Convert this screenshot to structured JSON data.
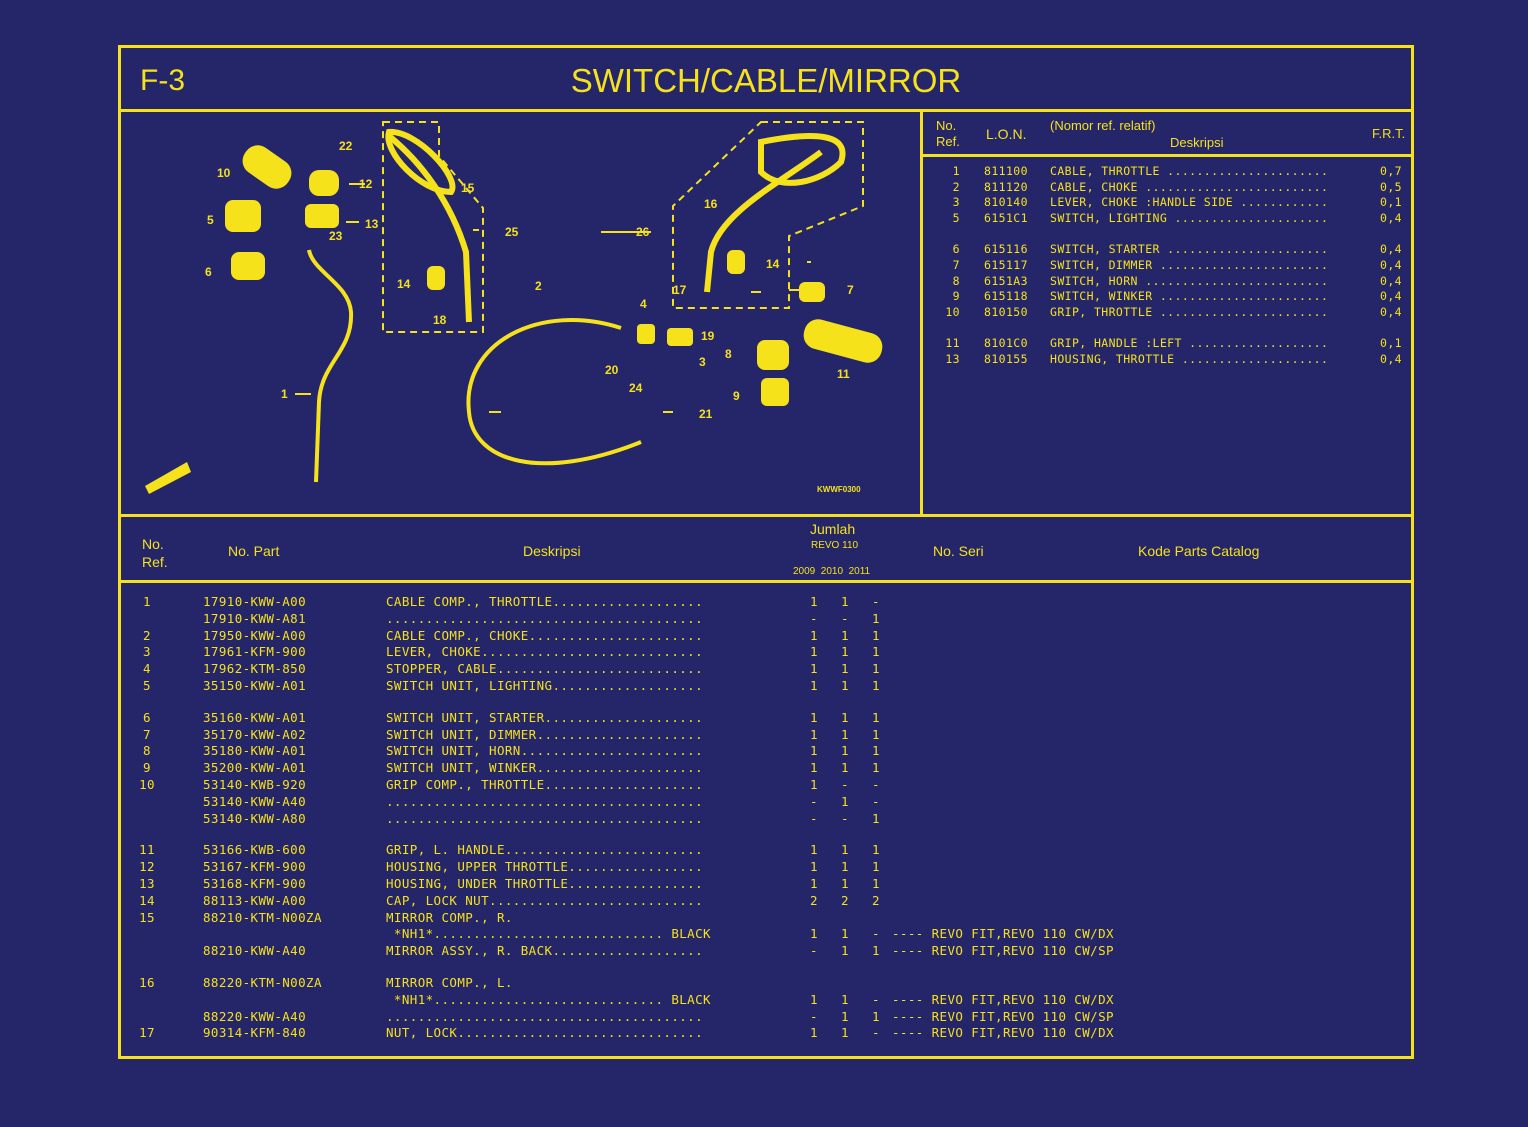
{
  "page": {
    "code": "F-3",
    "title": "SWITCH/CABLE/MIRROR"
  },
  "diagram": {
    "drawing_code": "KWWF0300",
    "callouts": [
      "1",
      "2",
      "3",
      "4",
      "5",
      "6",
      "7",
      "8",
      "9",
      "10",
      "11",
      "12",
      "13",
      "14",
      "14",
      "15",
      "16",
      "17",
      "18",
      "19",
      "20",
      "21",
      "22",
      "23",
      "24",
      "25",
      "26"
    ]
  },
  "lon_table": {
    "headers": {
      "no_ref": "No. Ref.",
      "lon": "L.O.N.",
      "relative": "(Nomor ref. relatif)",
      "desc": "Deskripsi",
      "frt": "F.R.T."
    },
    "rows": [
      {
        "ref": "1",
        "lon": "811100",
        "desc": "CABLE, THROTTLE ......................",
        "frt": "0,7"
      },
      {
        "ref": "2",
        "lon": "811120",
        "desc": "CABLE, CHOKE .........................",
        "frt": "0,5"
      },
      {
        "ref": "3",
        "lon": "810140",
        "desc": "LEVER, CHOKE :HANDLE SIDE ............",
        "frt": "0,1"
      },
      {
        "ref": "5",
        "lon": "6151C1",
        "desc": "SWITCH, LIGHTING .....................",
        "frt": "0,4"
      },
      {
        "ref": "6",
        "lon": "615116",
        "desc": "SWITCH, STARTER ......................",
        "frt": "0,4"
      },
      {
        "ref": "7",
        "lon": "615117",
        "desc": "SWITCH, DIMMER .......................",
        "frt": "0,4"
      },
      {
        "ref": "8",
        "lon": "6151A3",
        "desc": "SWITCH, HORN .........................",
        "frt": "0,4"
      },
      {
        "ref": "9",
        "lon": "615118",
        "desc": "SWITCH, WINKER .......................",
        "frt": "0,4"
      },
      {
        "ref": "10",
        "lon": "810150",
        "desc": "GRIP, THROTTLE .......................",
        "frt": "0,4"
      },
      {
        "ref": "11",
        "lon": "8101C0",
        "desc": "GRIP, HANDLE :LEFT ...................",
        "frt": "0,1"
      },
      {
        "ref": "13",
        "lon": "810155",
        "desc": "HOUSING, THROTTLE ....................",
        "frt": "0,4"
      }
    ]
  },
  "parts_table": {
    "headers": {
      "no_ref": "No. Ref.",
      "no_part": "No. Part",
      "desc": "Deskripsi",
      "jumlah": "Jumlah",
      "model": "REVO 110",
      "years": "2009  2010  2011",
      "no_seri": "No. Seri",
      "kode": "Kode Parts Catalog"
    },
    "rows": [
      {
        "ref": "1",
        "part": "17910-KWW-A00",
        "desc": "CABLE COMP., THROTTLE...................",
        "q": [
          "1",
          "1",
          "-"
        ],
        "seri": ""
      },
      {
        "ref": "",
        "part": "17910-KWW-A81",
        "desc": "........................................",
        "q": [
          "-",
          "-",
          "1"
        ],
        "seri": ""
      },
      {
        "ref": "2",
        "part": "17950-KWW-A00",
        "desc": "CABLE COMP., CHOKE......................",
        "q": [
          "1",
          "1",
          "1"
        ],
        "seri": ""
      },
      {
        "ref": "3",
        "part": "17961-KFM-900",
        "desc": "LEVER, CHOKE............................",
        "q": [
          "1",
          "1",
          "1"
        ],
        "seri": ""
      },
      {
        "ref": "4",
        "part": "17962-KTM-850",
        "desc": "STOPPER, CABLE..........................",
        "q": [
          "1",
          "1",
          "1"
        ],
        "seri": ""
      },
      {
        "ref": "5",
        "part": "35150-KWW-A01",
        "desc": "SWITCH UNIT, LIGHTING...................",
        "q": [
          "1",
          "1",
          "1"
        ],
        "seri": ""
      },
      {
        "ref": "6",
        "part": "35160-KWW-A01",
        "desc": "SWITCH UNIT, STARTER....................",
        "q": [
          "1",
          "1",
          "1"
        ],
        "seri": ""
      },
      {
        "ref": "7",
        "part": "35170-KWW-A02",
        "desc": "SWITCH UNIT, DIMMER.....................",
        "q": [
          "1",
          "1",
          "1"
        ],
        "seri": ""
      },
      {
        "ref": "8",
        "part": "35180-KWW-A01",
        "desc": "SWITCH UNIT, HORN.......................",
        "q": [
          "1",
          "1",
          "1"
        ],
        "seri": ""
      },
      {
        "ref": "9",
        "part": "35200-KWW-A01",
        "desc": "SWITCH UNIT, WINKER.....................",
        "q": [
          "1",
          "1",
          "1"
        ],
        "seri": ""
      },
      {
        "ref": "10",
        "part": "53140-KWB-920",
        "desc": "GRIP COMP., THROTTLE....................",
        "q": [
          "1",
          "-",
          "-"
        ],
        "seri": ""
      },
      {
        "ref": "",
        "part": "53140-KWW-A40",
        "desc": "........................................",
        "q": [
          "-",
          "1",
          "-"
        ],
        "seri": ""
      },
      {
        "ref": "",
        "part": "53140-KWW-A80",
        "desc": "........................................",
        "q": [
          "-",
          "-",
          "1"
        ],
        "seri": ""
      },
      {
        "ref": "11",
        "part": "53166-KWB-600",
        "desc": "GRIP, L. HANDLE.........................",
        "q": [
          "1",
          "1",
          "1"
        ],
        "seri": ""
      },
      {
        "ref": "12",
        "part": "53167-KFM-900",
        "desc": "HOUSING, UPPER THROTTLE.................",
        "q": [
          "1",
          "1",
          "1"
        ],
        "seri": ""
      },
      {
        "ref": "13",
        "part": "53168-KFM-900",
        "desc": "HOUSING, UNDER THROTTLE.................",
        "q": [
          "1",
          "1",
          "1"
        ],
        "seri": ""
      },
      {
        "ref": "14",
        "part": "88113-KWW-A00",
        "desc": "CAP, LOCK NUT...........................",
        "q": [
          "2",
          "2",
          "2"
        ],
        "seri": ""
      },
      {
        "ref": "15",
        "part": "88210-KTM-N00ZA",
        "desc": "MIRROR COMP., R.",
        "q": [
          "",
          "",
          ""
        ],
        "seri": ""
      },
      {
        "ref": "",
        "part": "",
        "desc": " *NH1*............................. BLACK",
        "q": [
          "1",
          "1",
          "-"
        ],
        "seri": "---- REVO FIT,REVO 110 CW/DX"
      },
      {
        "ref": "",
        "part": "88210-KWW-A40",
        "desc": "MIRROR ASSY., R. BACK...................",
        "q": [
          "-",
          "1",
          "1"
        ],
        "seri": "---- REVO FIT,REVO 110 CW/SP"
      },
      {
        "ref": "16",
        "part": "88220-KTM-N00ZA",
        "desc": "MIRROR COMP., L.",
        "q": [
          "",
          "",
          ""
        ],
        "seri": ""
      },
      {
        "ref": "",
        "part": "",
        "desc": " *NH1*............................. BLACK",
        "q": [
          "1",
          "1",
          "-"
        ],
        "seri": "---- REVO FIT,REVO 110 CW/DX"
      },
      {
        "ref": "",
        "part": "88220-KWW-A40",
        "desc": "........................................",
        "q": [
          "-",
          "1",
          "1"
        ],
        "seri": "---- REVO FIT,REVO 110 CW/SP"
      },
      {
        "ref": "17",
        "part": "90314-KFM-840",
        "desc": "NUT, LOCK...............................",
        "q": [
          "1",
          "1",
          "-"
        ],
        "seri": "---- REVO FIT,REVO 110 CW/DX"
      }
    ]
  },
  "colors": {
    "background": "#25256a",
    "ink": "#f5e21b"
  }
}
